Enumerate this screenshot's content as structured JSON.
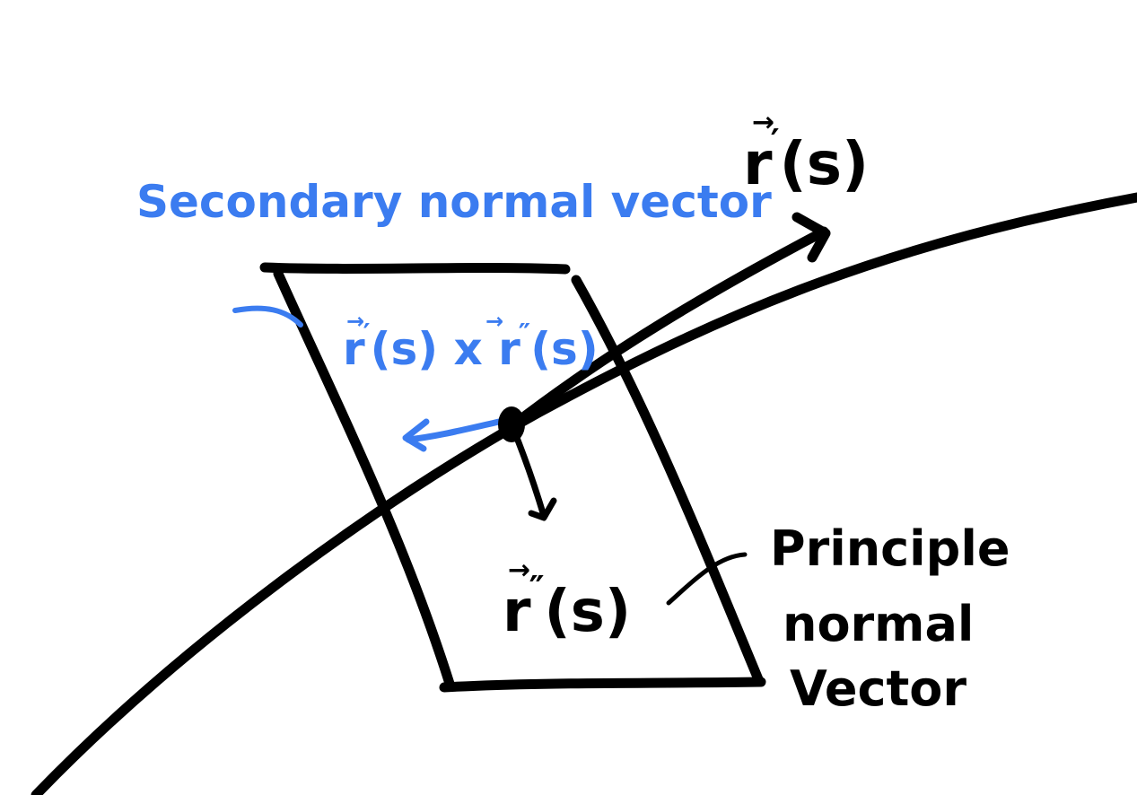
{
  "colors": {
    "ink": "#000000",
    "accent": "#3b7cf0",
    "background": "#ffffff"
  },
  "labels": {
    "secondary_normal": "Secondary normal vector",
    "cross_product": {
      "base": "r",
      "arrow": "→",
      "prime1": "′",
      "mid": "(s) x ",
      "prime2": "″",
      "end": "(s)"
    },
    "tangent": {
      "base": "r",
      "arrow": "→",
      "prime": "′",
      "end": "(s)"
    },
    "second_derivative": {
      "base": "r",
      "arrow": "→",
      "prime": "″",
      "end": "(s)"
    },
    "principal_normal": [
      "Principle",
      "normal",
      "Vector"
    ]
  }
}
